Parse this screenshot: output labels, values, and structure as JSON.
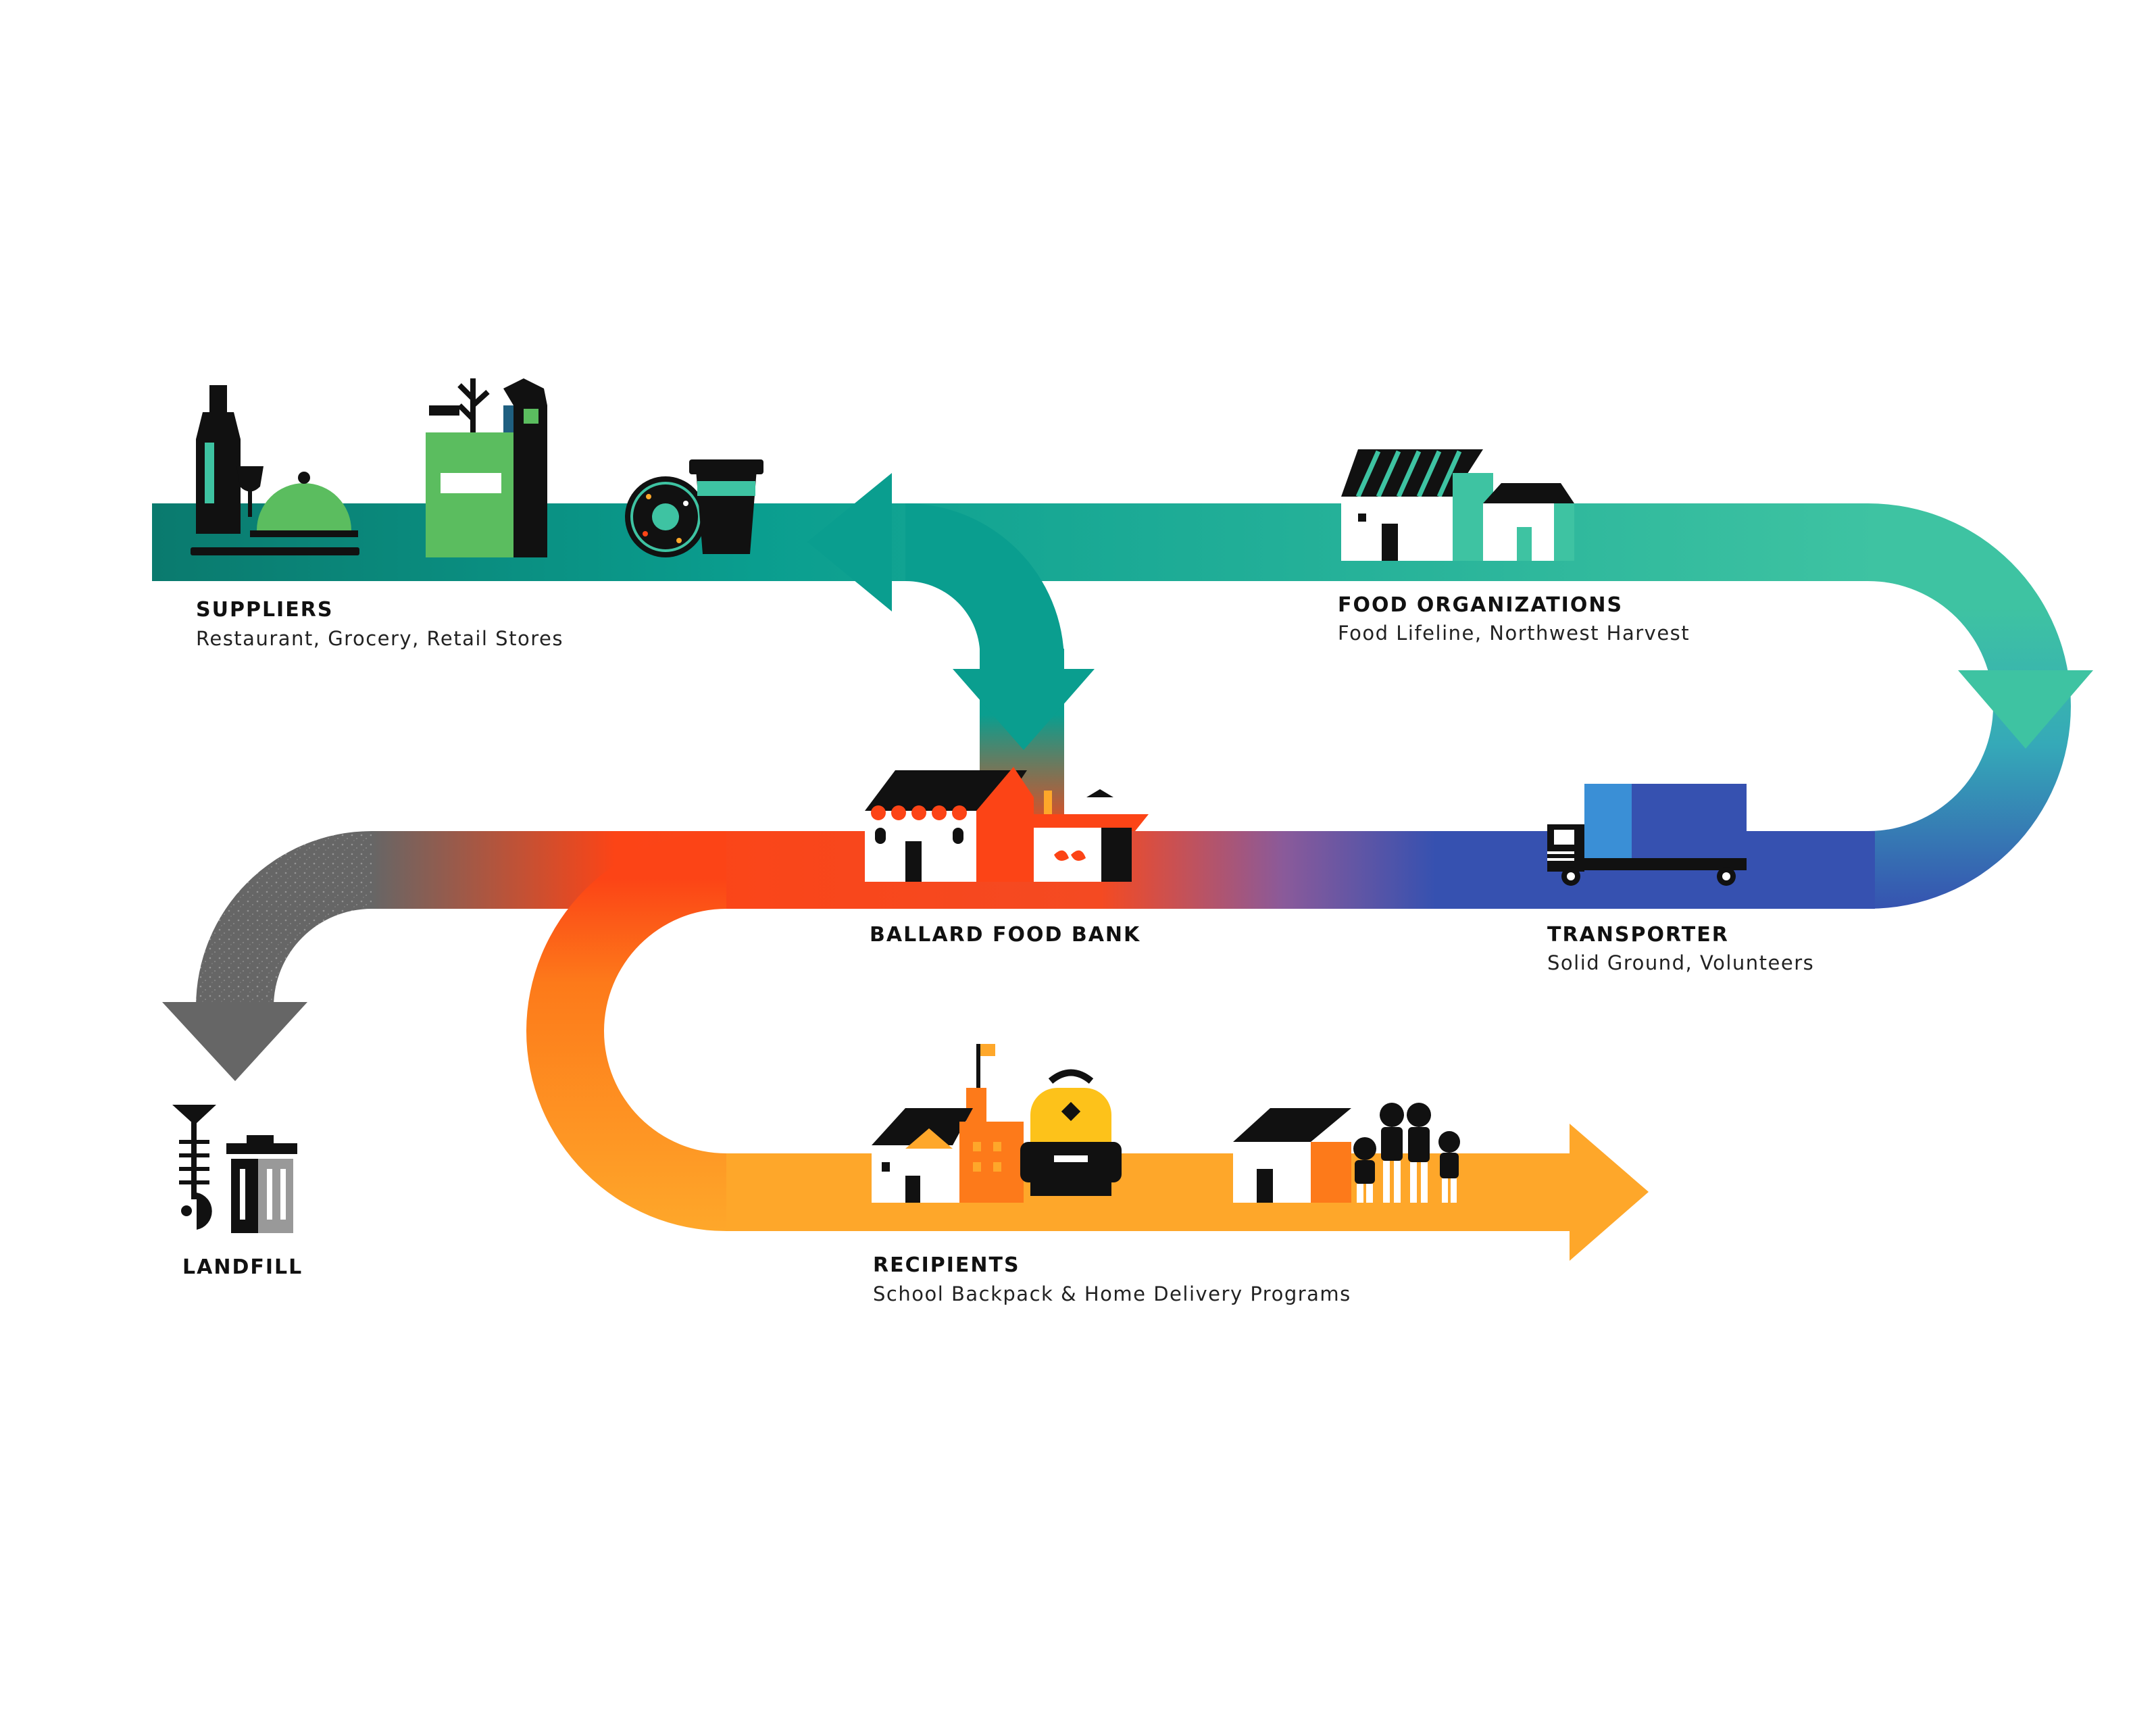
{
  "nodes": {
    "suppliers": {
      "title": "SUPPLIERS",
      "subtitle": "Restaurant, Grocery, Retail Stores"
    },
    "food_organizations": {
      "title": "FOOD ORGANIZATIONS",
      "subtitle": "Food Lifeline, Northwest Harvest"
    },
    "transporter": {
      "title": "TRANSPORTER",
      "subtitle": "Solid Ground, Volunteers"
    },
    "food_bank": {
      "title": "BALLARD FOOD BANK",
      "subtitle": ""
    },
    "recipients": {
      "title": "RECIPIENTS",
      "subtitle": "School Backpack & Home Delivery Programs"
    },
    "landfill": {
      "title": "LANDFILL",
      "subtitle": ""
    }
  },
  "colors": {
    "teal_dark": "#0a7a6e",
    "teal": "#0a9e8f",
    "teal_light": "#3ec3a2",
    "blue": "#3651b0",
    "red_orange": "#fc4416",
    "orange": "#fd7a1a",
    "amber": "#fea72a",
    "gray": "#666666",
    "green": "#5bbd5f",
    "black": "#111111"
  },
  "icons": [
    "wine-bottle-icon",
    "dinner-cloche-icon",
    "grocery-bag-icon",
    "milk-carton-icon",
    "donut-icon",
    "coffee-cup-icon",
    "warehouse-icon",
    "truck-icon",
    "food-bank-store-icon",
    "food-box-icon",
    "school-icon",
    "backpack-icon",
    "home-icon",
    "family-icon",
    "fish-bone-icon",
    "trash-can-icon"
  ]
}
